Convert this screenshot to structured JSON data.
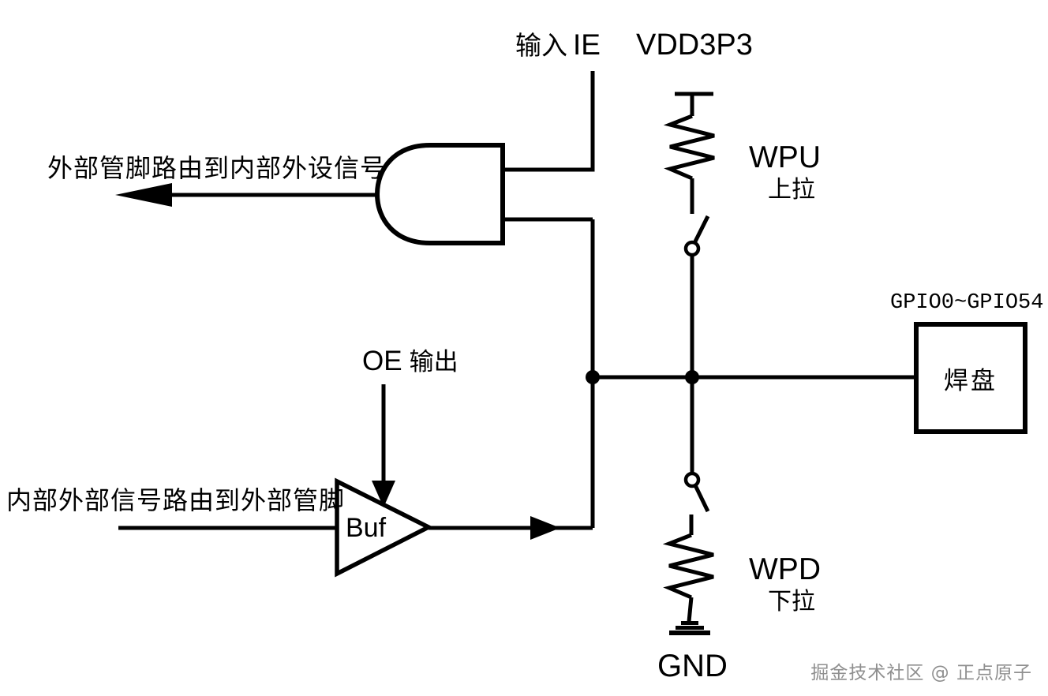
{
  "diagram": {
    "background": "#ffffff",
    "line_color": "#000000",
    "labels": {
      "input_ie_cjk": "输入",
      "input_ie_latin": "IE",
      "vdd": "VDD3P3",
      "route_in": "外部管脚路由到内部外设信号",
      "wpu": "WPU",
      "wpu_sub": "上拉",
      "gpio_range": "GPIO0~GPIO54",
      "pad": "焊盘",
      "oe_latin": "OE",
      "oe_cjk": "输出",
      "route_out": "内部外部信号路由到外部管脚",
      "buf": "Buf",
      "wpd": "WPD",
      "wpd_sub": "下拉",
      "gnd": "GND"
    },
    "watermark": {
      "text": "掘金技术社区 @ 正点原子",
      "color": "#8f8f8f"
    }
  }
}
